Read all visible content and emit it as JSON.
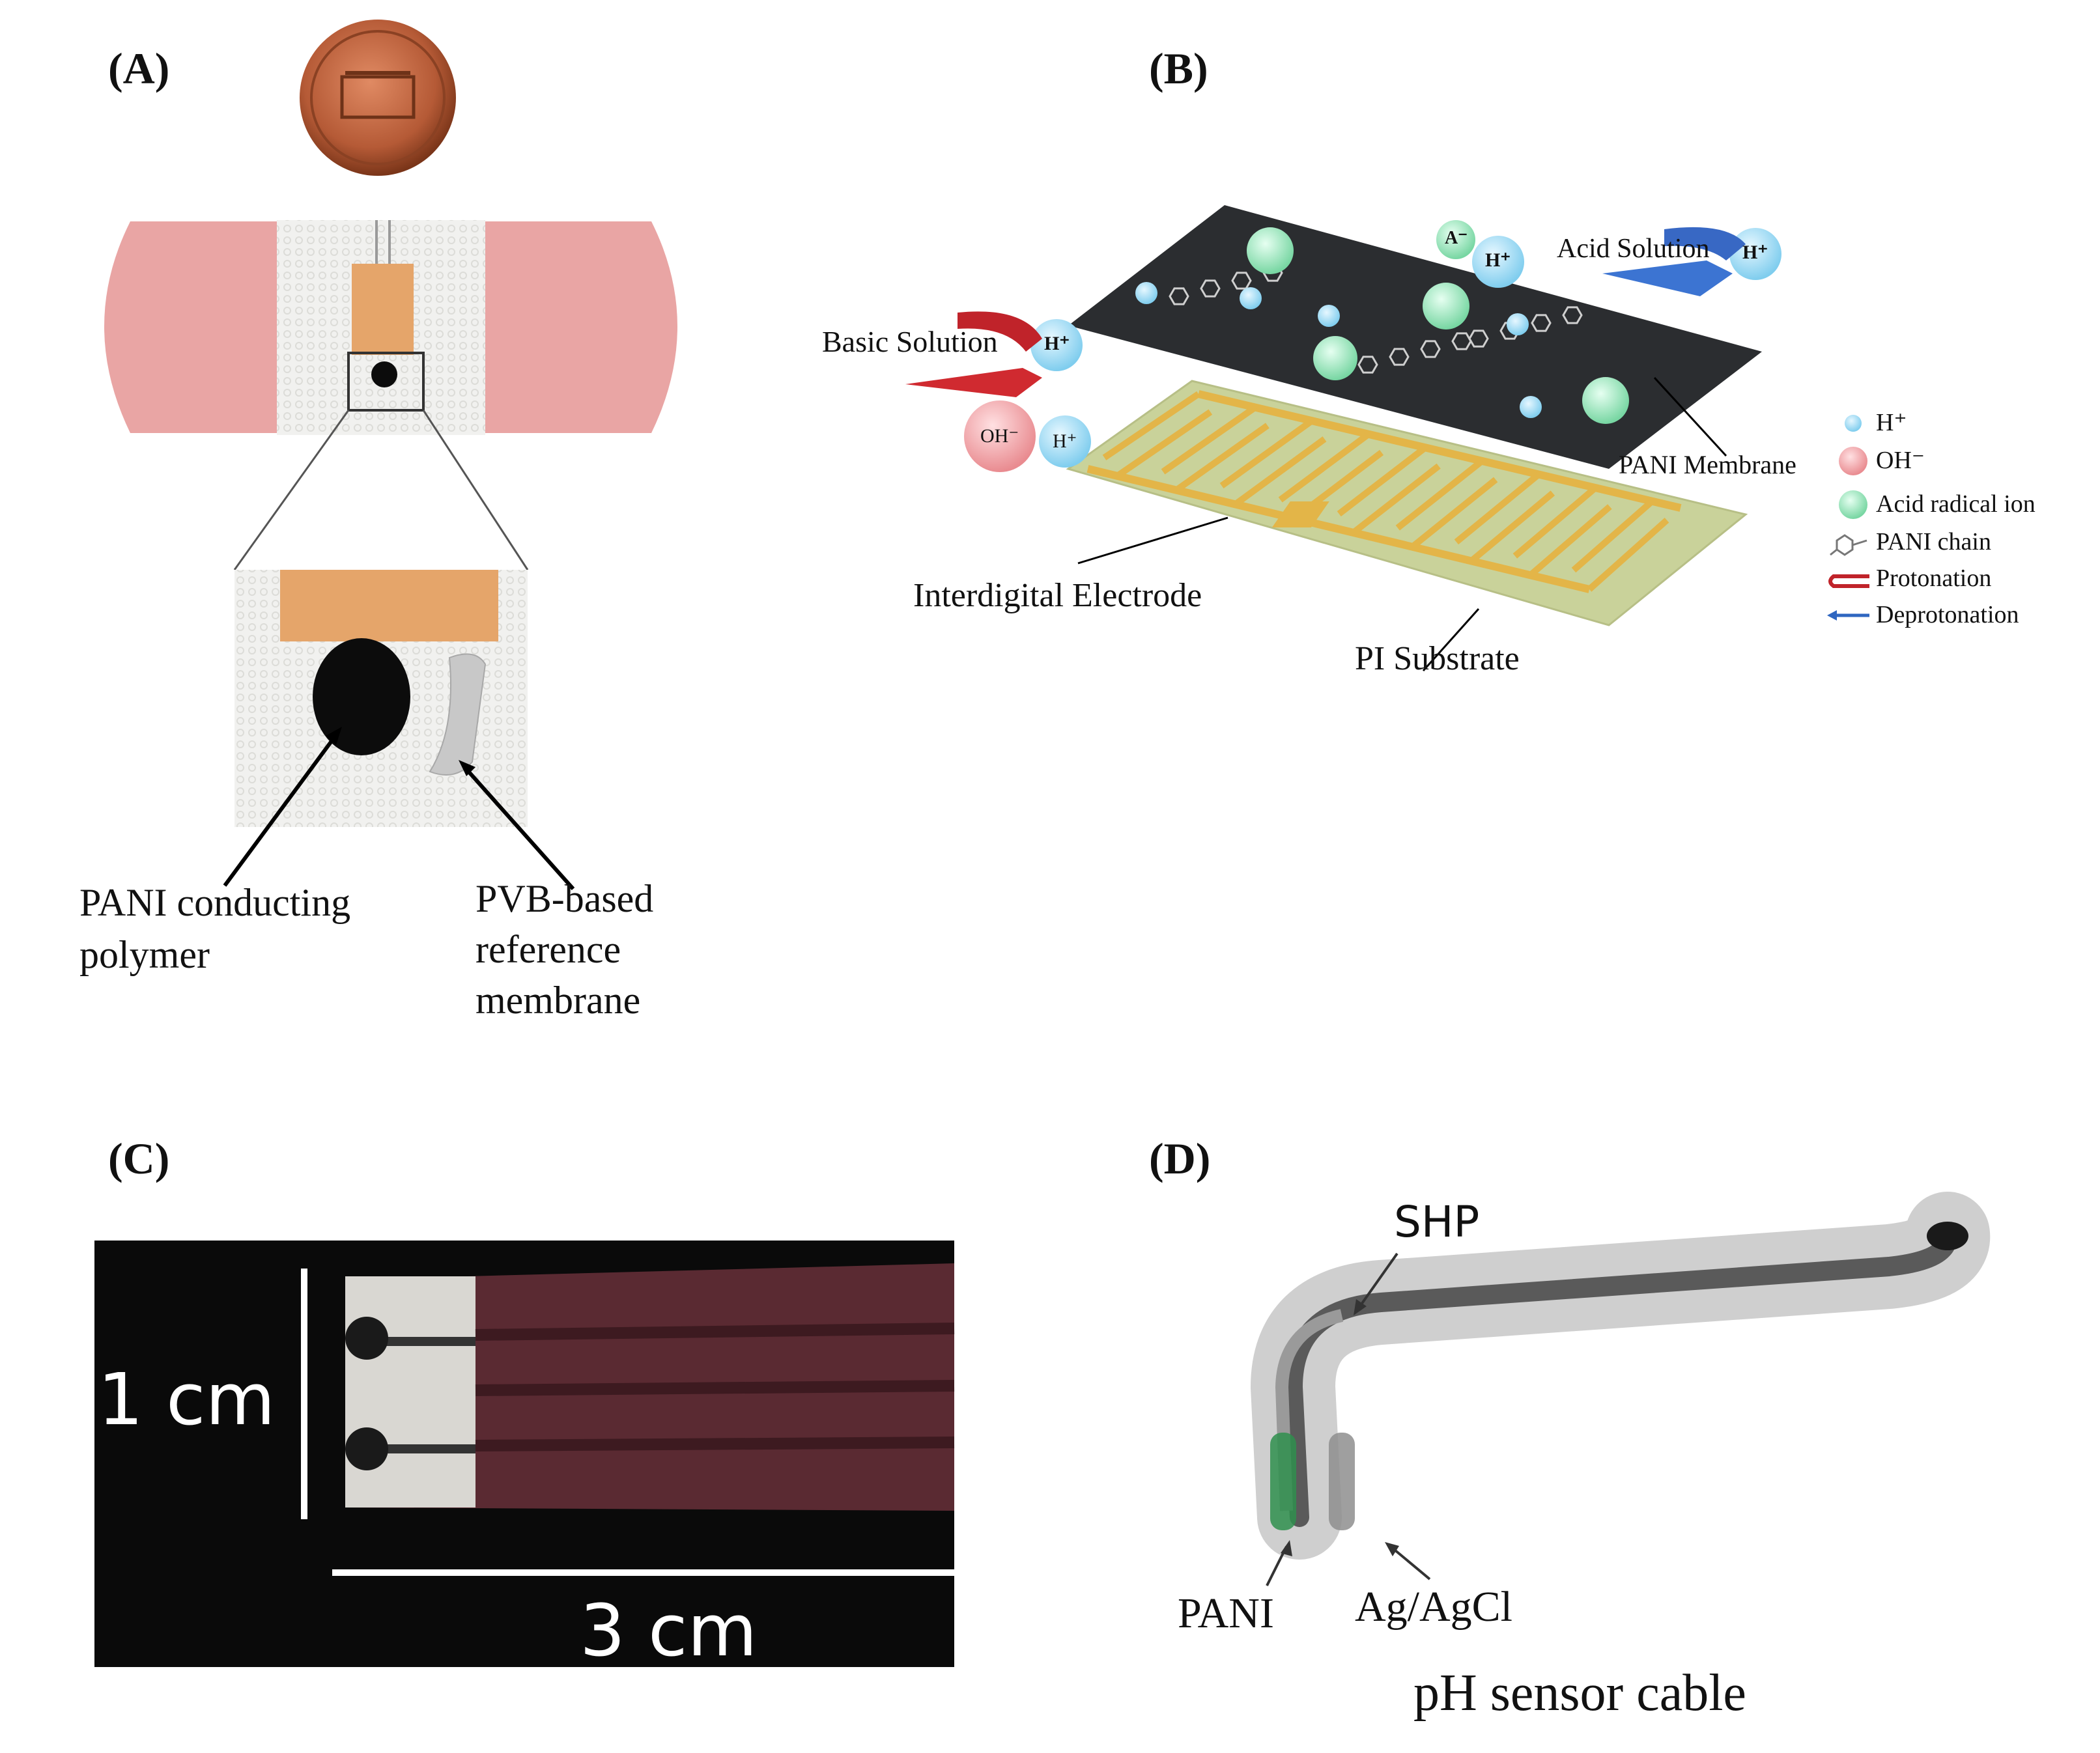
{
  "panels": {
    "a": {
      "letter": "(A)",
      "labels": {
        "pani_line1": "PANI conducting",
        "pani_line2": "polymer",
        "pvb_line1": "PVB-based",
        "pvb_line2": "reference",
        "pvb_line3": "membrane"
      },
      "colors": {
        "bandage": "#e9a5a4",
        "pad": "#f3f2ef",
        "electrode": "#e5a56a",
        "pani": "#0c0c0c"
      }
    },
    "b": {
      "letter": "(B)",
      "labels": {
        "acid_solution": "Acid Solution",
        "basic_solution": "Basic Solution",
        "pani_membrane": "PANI Membrane",
        "interdigital_electrode": "Interdigital Electrode",
        "pi_substrate": "PI Substrate"
      },
      "ions": {
        "h": "H⁺",
        "oh": "OH⁻",
        "a": "A⁻"
      },
      "legend": [
        {
          "name": "legend-h-plus",
          "icon": "h-ion-icon",
          "text": "H⁺"
        },
        {
          "name": "legend-oh-minus",
          "icon": "oh-ion-icon",
          "text": "OH⁻"
        },
        {
          "name": "legend-acid-radical",
          "icon": "acid-radical-icon",
          "text": "Acid radical ion"
        },
        {
          "name": "legend-pani-chain",
          "icon": "pani-chain-icon",
          "text": "PANI chain"
        },
        {
          "name": "legend-protonation",
          "icon": "protonation-arrow-icon",
          "text": "Protonation"
        },
        {
          "name": "legend-deprotonation",
          "icon": "deprotonation-arrow-icon",
          "text": "Deprotonation"
        }
      ],
      "colors": {
        "membrane": "#2b2d30",
        "substrate": "#c9d29a",
        "electrode": "#e3b548",
        "h_ion": "#9fdcf3",
        "oh_ion": "#f2a0a3",
        "acid_ion": "#8fe0b4",
        "protonation": "#c0232a",
        "deprotonation": "#2f66c0"
      }
    },
    "c": {
      "letter": "(C)",
      "labels": {
        "scale_vertical": "1 cm",
        "scale_horizontal": "3 cm"
      },
      "colors": {
        "background": "#0a0a0a",
        "strip": "#5a2a32",
        "tip": "#d9d7d2"
      }
    },
    "d": {
      "letter": "(D)",
      "labels": {
        "shp": "SHP",
        "pani": "PANI",
        "agagcl": "Ag/AgCl",
        "title": "pH sensor cable"
      },
      "colors": {
        "cable": "#bdbdbd",
        "cable_dark": "#555555",
        "pani_core": "#2f8f4e"
      }
    }
  }
}
